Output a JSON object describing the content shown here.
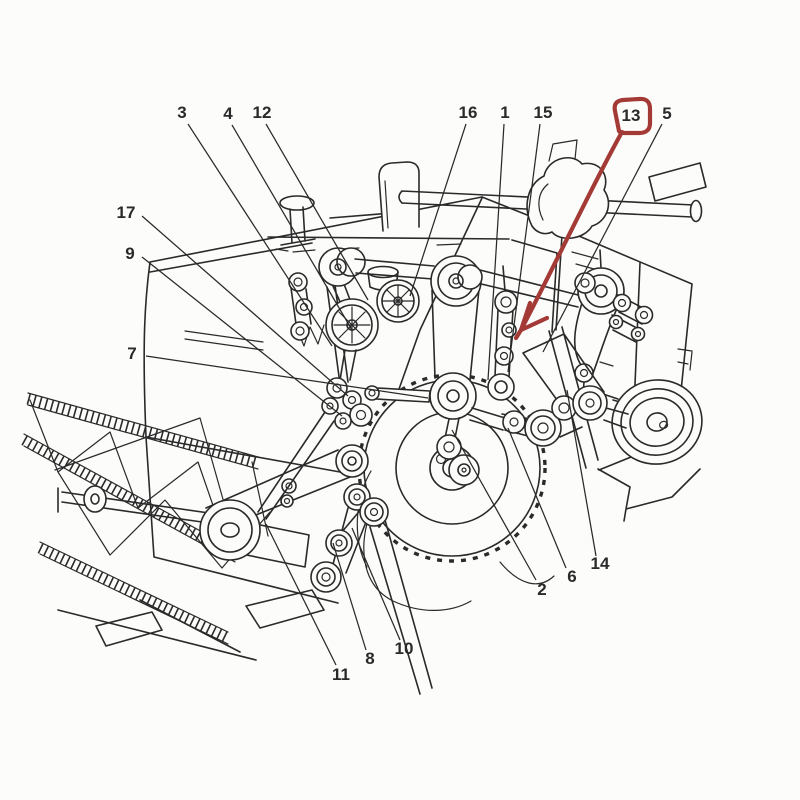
{
  "figure": {
    "type": "technical-parts-diagram",
    "subject": "Combine harvester / baler drive belts and pulleys line drawing with numbered callouts",
    "background_color": "#fcfcfb",
    "ink_color": "#2a2a2a",
    "highlight_color": "#a33a36"
  },
  "callouts": {
    "n1": {
      "label": "1"
    },
    "n2": {
      "label": "2"
    },
    "n3": {
      "label": "3"
    },
    "n4": {
      "label": "4"
    },
    "n5": {
      "label": "5"
    },
    "n6": {
      "label": "6"
    },
    "n7": {
      "label": "7"
    },
    "n8": {
      "label": "8"
    },
    "n9": {
      "label": "9"
    },
    "n10": {
      "label": "10"
    },
    "n11": {
      "label": "11"
    },
    "n12": {
      "label": "12"
    },
    "n13": {
      "label": "13"
    },
    "n14": {
      "label": "14"
    },
    "n15": {
      "label": "15"
    },
    "n16": {
      "label": "16"
    },
    "n17": {
      "label": "17"
    }
  },
  "highlight": {
    "target_label": "13",
    "style": "hand-drawn red balloon around callout 13 with long red arrow pointing to tensioner pulley linkage"
  }
}
